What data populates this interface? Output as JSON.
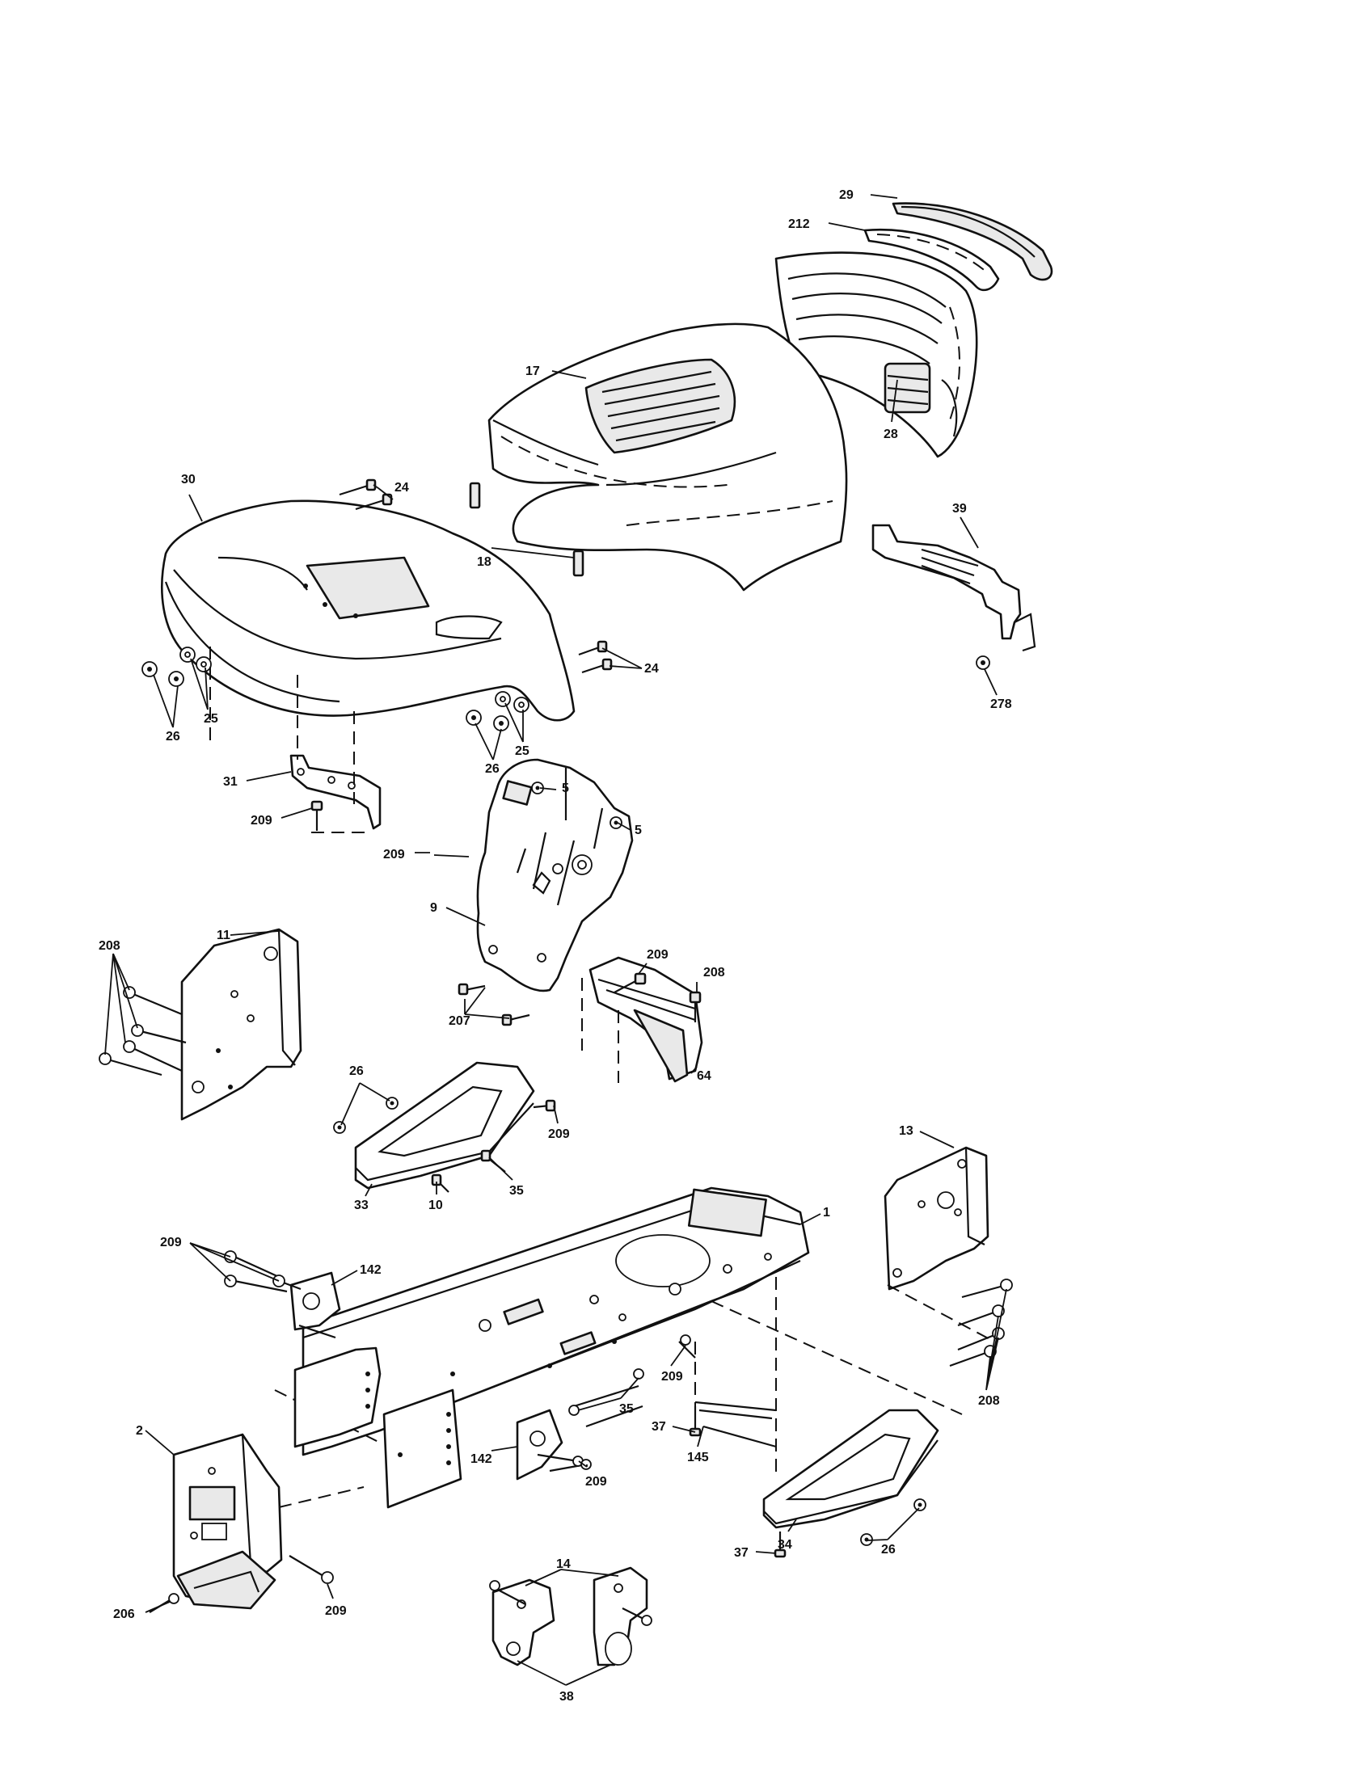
{
  "parts": [
    {
      "id": "p29",
      "num": "29"
    },
    {
      "id": "p212",
      "num": "212"
    },
    {
      "id": "p17",
      "num": "17"
    },
    {
      "id": "p28",
      "num": "28"
    },
    {
      "id": "p30",
      "num": "30"
    },
    {
      "id": "p24a",
      "num": "24"
    },
    {
      "id": "p18",
      "num": "18"
    },
    {
      "id": "p39",
      "num": "39"
    },
    {
      "id": "p24b",
      "num": "24"
    },
    {
      "id": "p278",
      "num": "278"
    },
    {
      "id": "p25a",
      "num": "25"
    },
    {
      "id": "p26a",
      "num": "26"
    },
    {
      "id": "p25b",
      "num": "25"
    },
    {
      "id": "p26b",
      "num": "26"
    },
    {
      "id": "p31",
      "num": "31"
    },
    {
      "id": "p209a",
      "num": "209"
    },
    {
      "id": "p5a",
      "num": "5"
    },
    {
      "id": "p5b",
      "num": "5"
    },
    {
      "id": "p209b",
      "num": "209"
    },
    {
      "id": "p9",
      "num": "9"
    },
    {
      "id": "p11",
      "num": "11"
    },
    {
      "id": "p208a",
      "num": "208"
    },
    {
      "id": "p209c",
      "num": "209"
    },
    {
      "id": "p208b",
      "num": "208"
    },
    {
      "id": "p207",
      "num": "207"
    },
    {
      "id": "p26c",
      "num": "26"
    },
    {
      "id": "p64",
      "num": "64"
    },
    {
      "id": "p209d",
      "num": "209"
    },
    {
      "id": "p35a",
      "num": "35"
    },
    {
      "id": "p33",
      "num": "33"
    },
    {
      "id": "p10",
      "num": "10"
    },
    {
      "id": "p13",
      "num": "13"
    },
    {
      "id": "p1",
      "num": "1"
    },
    {
      "id": "p209e",
      "num": "209"
    },
    {
      "id": "p142a",
      "num": "142"
    },
    {
      "id": "p209f",
      "num": "209"
    },
    {
      "id": "p35b",
      "num": "35"
    },
    {
      "id": "p208c",
      "num": "208"
    },
    {
      "id": "p37a",
      "num": "37"
    },
    {
      "id": "p145",
      "num": "145"
    },
    {
      "id": "p2",
      "num": "2"
    },
    {
      "id": "p142b",
      "num": "142"
    },
    {
      "id": "p209g",
      "num": "209"
    },
    {
      "id": "p37b",
      "num": "37"
    },
    {
      "id": "p34",
      "num": "34"
    },
    {
      "id": "p26d",
      "num": "26"
    },
    {
      "id": "p14",
      "num": "14"
    },
    {
      "id": "p206",
      "num": "206"
    },
    {
      "id": "p209h",
      "num": "209"
    },
    {
      "id": "p38",
      "num": "38"
    }
  ]
}
